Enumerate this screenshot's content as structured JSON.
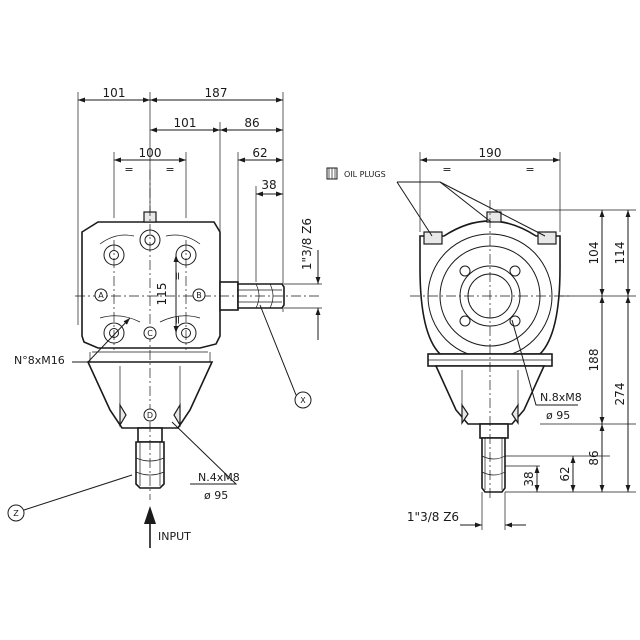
{
  "dimensions": {
    "left_view": {
      "top_101": "101",
      "top_187": "187",
      "mid_101": "101",
      "mid_86": "86",
      "d100": "100",
      "d62": "62",
      "d38": "38",
      "d115": "115",
      "shaft_spec": "1\"3/8 Z6",
      "eq": "="
    },
    "right_view": {
      "d190": "190",
      "d114": "114",
      "d104": "104",
      "d188": "188",
      "d274": "274",
      "d86": "86",
      "d62": "62",
      "d38": "38",
      "shaft_spec": "1\"3/8 Z6",
      "eq": "="
    }
  },
  "labels": {
    "oil_plugs": "OIL PLUGS",
    "holes_top_left": "N°8xM16",
    "holes_bottom_left_1": "N.4xM8",
    "holes_bottom_left_2": "ø 95",
    "holes_right_1": "N.8xM8",
    "holes_right_2": "ø 95",
    "input": "INPUT",
    "marker_x": "X",
    "marker_z": "Z",
    "point_a": "A",
    "point_b": "B",
    "point_c": "C",
    "point_d": "D"
  }
}
